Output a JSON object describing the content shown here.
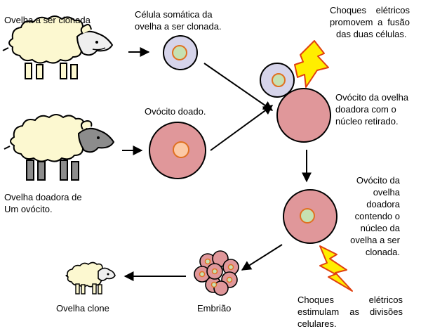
{
  "labels": {
    "sheep_to_clone": "Ovelha a ser clonada",
    "somatic_cell_line1": "Célula somática da",
    "somatic_cell_line2": "ovelha a ser clonada.",
    "shock_fusion_line1": "Choques elétricos",
    "shock_fusion_line2": "promovem a fusão",
    "shock_fusion_line3": "das duas células.",
    "donated_oocyte": "Ovócito doado.",
    "donor_oocyte_line1": "Ovócito da ovelha",
    "donor_oocyte_line2": "doadora com o",
    "donor_oocyte_line3": "núcleo retirado.",
    "donor_sheep_line1": "Ovelha doadora de",
    "donor_sheep_line2": "Um ovócito.",
    "oocyte_nucleus_lines": [
      "Ovócito da",
      "ovelha",
      "doadora",
      "contendo o",
      "núcleo da",
      "ovelha a ser",
      "clonada."
    ],
    "clone_sheep": "Ovelha clone",
    "embryo": "Embrião",
    "shock_division_line1": "Choques elétricos",
    "shock_division_line2": "estimulam as divisões",
    "shock_division_line3": "celulares."
  },
  "colors": {
    "fleece": "#fcf8d0",
    "sheep_face_light": "#efefef",
    "sheep_face_dark": "#8c8c8c",
    "somatic_cell": "#d6d4ea",
    "somatic_nucleus": "#c6e1b2",
    "oocyte": "#e0979a",
    "oocyte_nucleus": "#fcc9a6",
    "nucleus_outline": "#e07020",
    "lightning": "#ffee00",
    "lightning_outline": "#e04010",
    "arrow": "#000000"
  }
}
